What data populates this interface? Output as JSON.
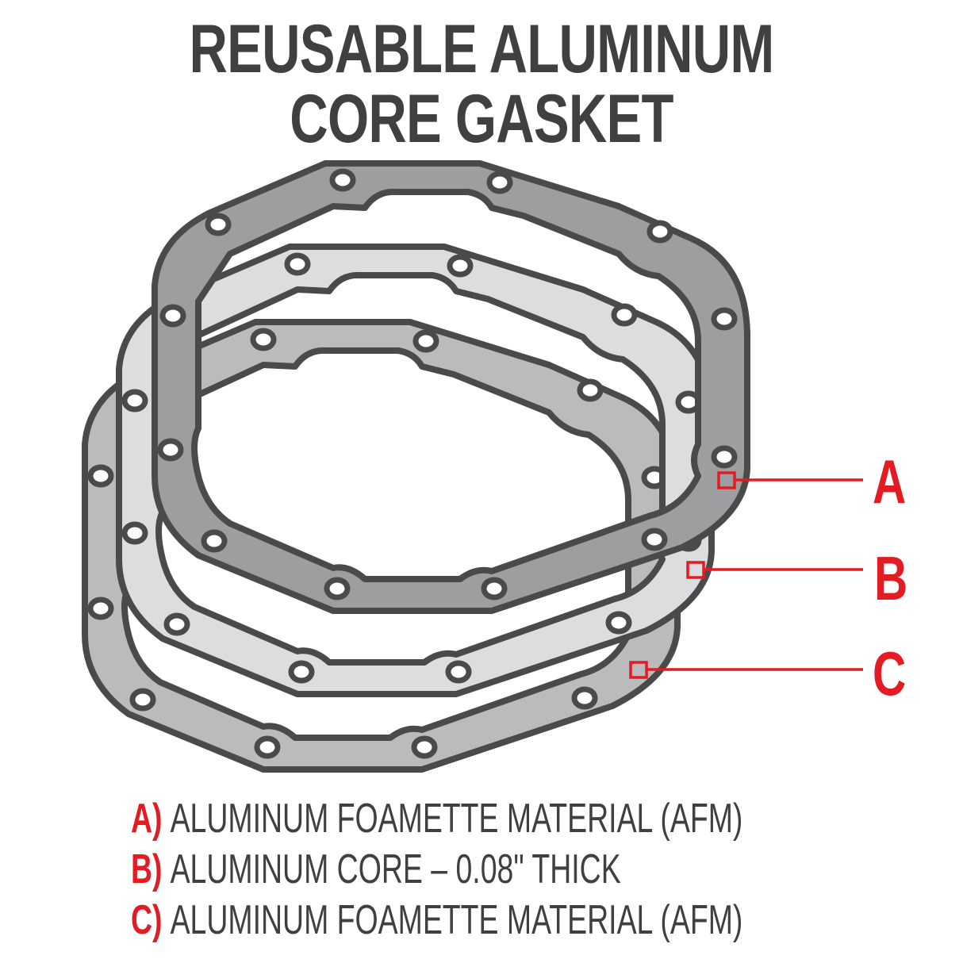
{
  "title": {
    "line1": "REUSABLE ALUMINUM",
    "line2": "CORE GASKET"
  },
  "colors": {
    "text": "#404040",
    "accent_red": "#e31b23",
    "outline": "#4a4a4a",
    "layer_a_fill": "#9d9ea0",
    "layer_b_fill": "#dcddde",
    "layer_c_fill": "#babbbd",
    "background": "#ffffff"
  },
  "diagram": {
    "layers": [
      {
        "id": "A",
        "position": "top",
        "fill": "#9d9ea0"
      },
      {
        "id": "B",
        "position": "middle",
        "fill": "#dcddde"
      },
      {
        "id": "C",
        "position": "bottom",
        "fill": "#babbbd"
      }
    ],
    "callouts": [
      {
        "letter": "A"
      },
      {
        "letter": "B"
      },
      {
        "letter": "C"
      }
    ]
  },
  "legend": [
    {
      "key": "A)",
      "text": "ALUMINUM FOAMETTE MATERIAL (AFM)"
    },
    {
      "key": "B)",
      "text": "ALUMINUM CORE – 0.08\" THICK"
    },
    {
      "key": "C)",
      "text": "ALUMINUM FOAMETTE MATERIAL (AFM)"
    }
  ]
}
